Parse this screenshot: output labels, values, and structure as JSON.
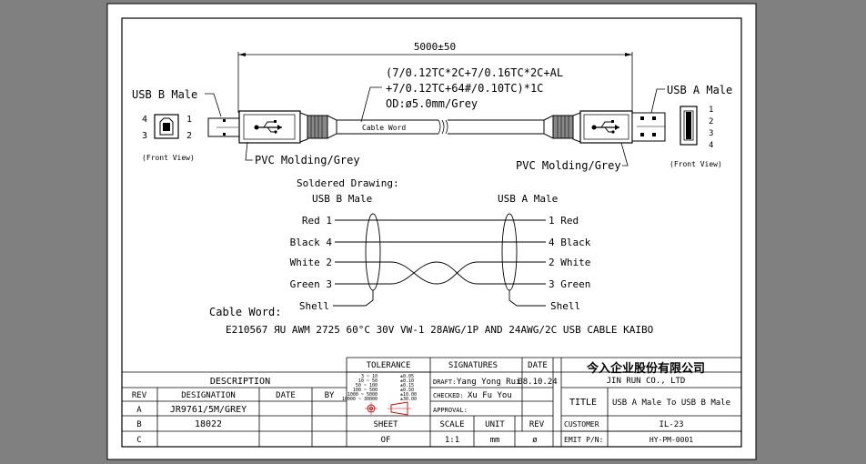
{
  "length_dim": "5000±50",
  "spec_lines": [
    "(7/0.12TC*2C+7/0.16TC*2C+AL",
    "+7/0.12TC+64#/0.10TC)*1C",
    "OD:ø5.0mm/Grey"
  ],
  "cable_word_inline": "Cable Word",
  "usb_b_label": "USB B Male",
  "usb_a_label": "USB A Male",
  "usb_b_pins": [
    "4",
    "1",
    "3",
    "2"
  ],
  "usb_a_pins": [
    "1",
    "2",
    "3",
    "4"
  ],
  "front_view": "(Front View)",
  "pvc_b": "PVC Molding/Grey",
  "pvc_a": "PVC Molding/Grey",
  "soldered": {
    "title": "Soldered Drawing:",
    "left_header": "USB B Male",
    "right_header": "USB A Male",
    "left": [
      "Red 1",
      "Black 4",
      "White 2",
      "Green 3",
      "Shell"
    ],
    "right": [
      "1 Red",
      "4 Black",
      "2 White",
      "3 Green",
      "Shell"
    ]
  },
  "cable_word": {
    "label": "Cable Word:",
    "text": "E210567 ЯU AWM 2725 60°C 30V VW-1 28AWG/1P AND 24AWG/2C USB CABLE KAIBO"
  },
  "title_block": {
    "description": "DESCRIPTION",
    "headers": [
      "REV",
      "DESIGNATION",
      "DATE",
      "BY"
    ],
    "rows": [
      {
        "rev": "A",
        "designation": "JR9761/5M/GREY",
        "date": "",
        "by": ""
      },
      {
        "rev": "B",
        "designation": "18022",
        "date": "",
        "by": ""
      },
      {
        "rev": "C",
        "designation": "",
        "date": "",
        "by": ""
      }
    ],
    "tolerance": "TOLERANCE",
    "tolerance_table": [
      [
        "3 ~ 10",
        "±0.05"
      ],
      [
        "10 ~ 50",
        "±0.10"
      ],
      [
        "50 ~ 100",
        "±0.15"
      ],
      [
        "100 ~ 500",
        "±0.50"
      ],
      [
        "1000 ~ 5000",
        "±10.00"
      ],
      [
        "10000 ~ 30000",
        "±30.00"
      ]
    ],
    "signatures": "SIGNATURES",
    "date_header": "DATE",
    "draft_label": "DRAFT:",
    "draft_name": "Yang Yong Rui",
    "draft_date": "08.10.24",
    "checked_label": "CHECKED:",
    "checked_name": "Xu Fu You",
    "approval_label": "APPROVAL:",
    "sheet_label": "SHEET",
    "sheet_value": "OF",
    "scale_label": "SCALE",
    "scale_value": "1:1",
    "unit_label": "UNIT",
    "unit_value": "mm",
    "rev_label": "REV",
    "rev_value": "ø",
    "company_cn": "今入企业股份有限公司",
    "company_en": "JIN RUN CO., LTD",
    "title_label": "TITLE",
    "title_value": "USB A Male To USB B Male",
    "customer_label": "CUSTOMER",
    "customer_value": "IL-23",
    "emit_label": "EMIT P/N:",
    "emit_value": "HY-PM-0001"
  }
}
